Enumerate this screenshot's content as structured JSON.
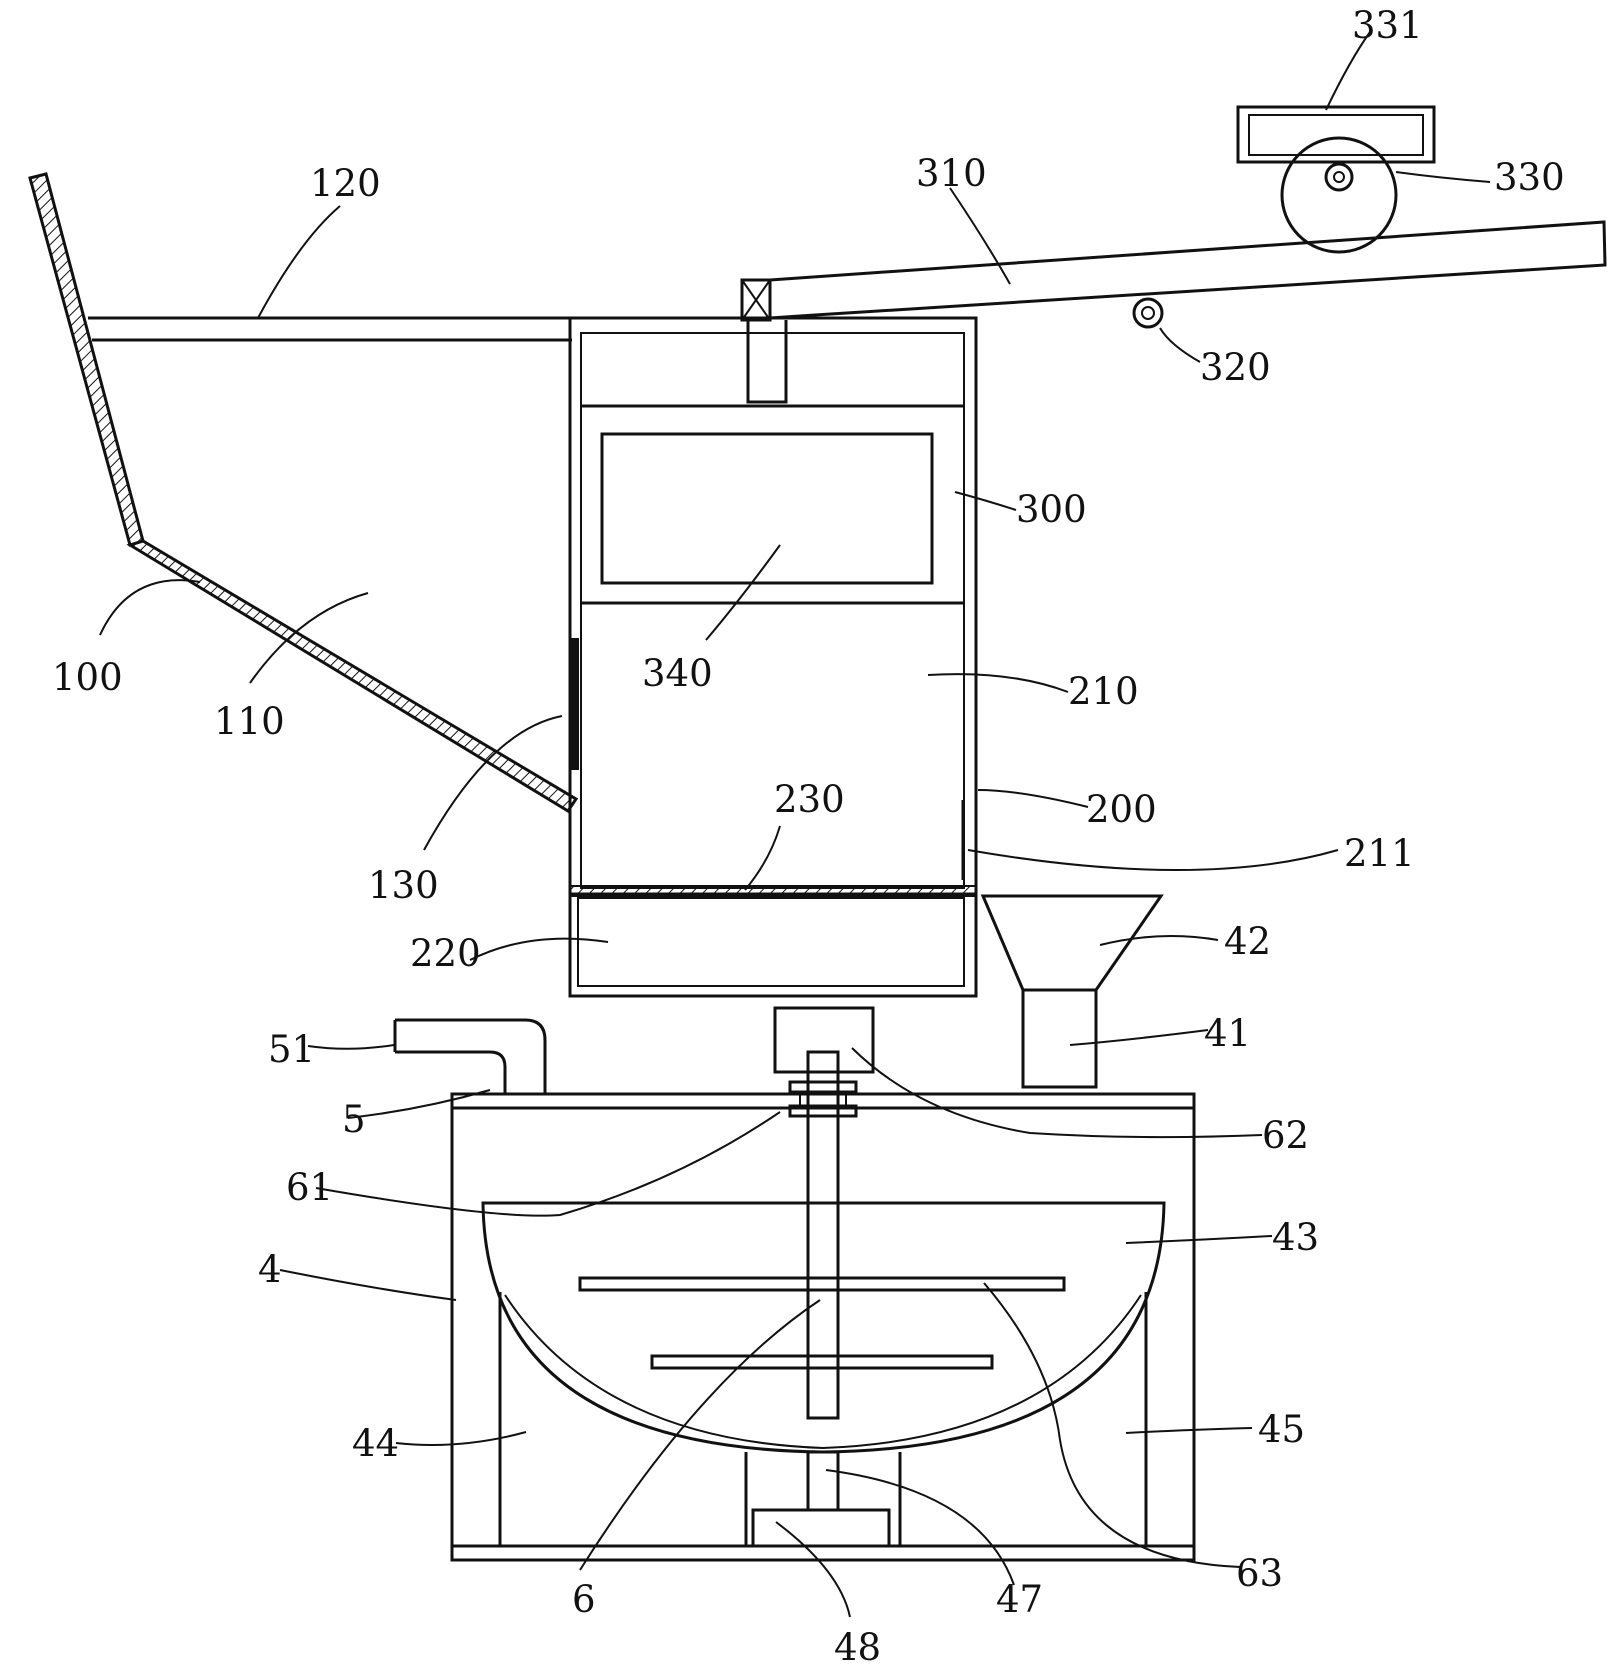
{
  "figure": {
    "labels": {
      "l331": "331",
      "l330": "330",
      "l310": "310",
      "l320": "320",
      "l120": "120",
      "l300": "300",
      "l340": "340",
      "l210": "210",
      "l100": "100",
      "l110": "110",
      "l130": "130",
      "l230": "230",
      "l200": "200",
      "l211": "211",
      "l220": "220",
      "l42": "42",
      "l41": "41",
      "l51": "51",
      "l5": "5",
      "l62": "62",
      "l61": "61",
      "l43": "43",
      "l4": "4",
      "l44": "44",
      "l45": "45",
      "l6": "6",
      "l47": "47",
      "l48": "48",
      "l63": "63"
    }
  }
}
